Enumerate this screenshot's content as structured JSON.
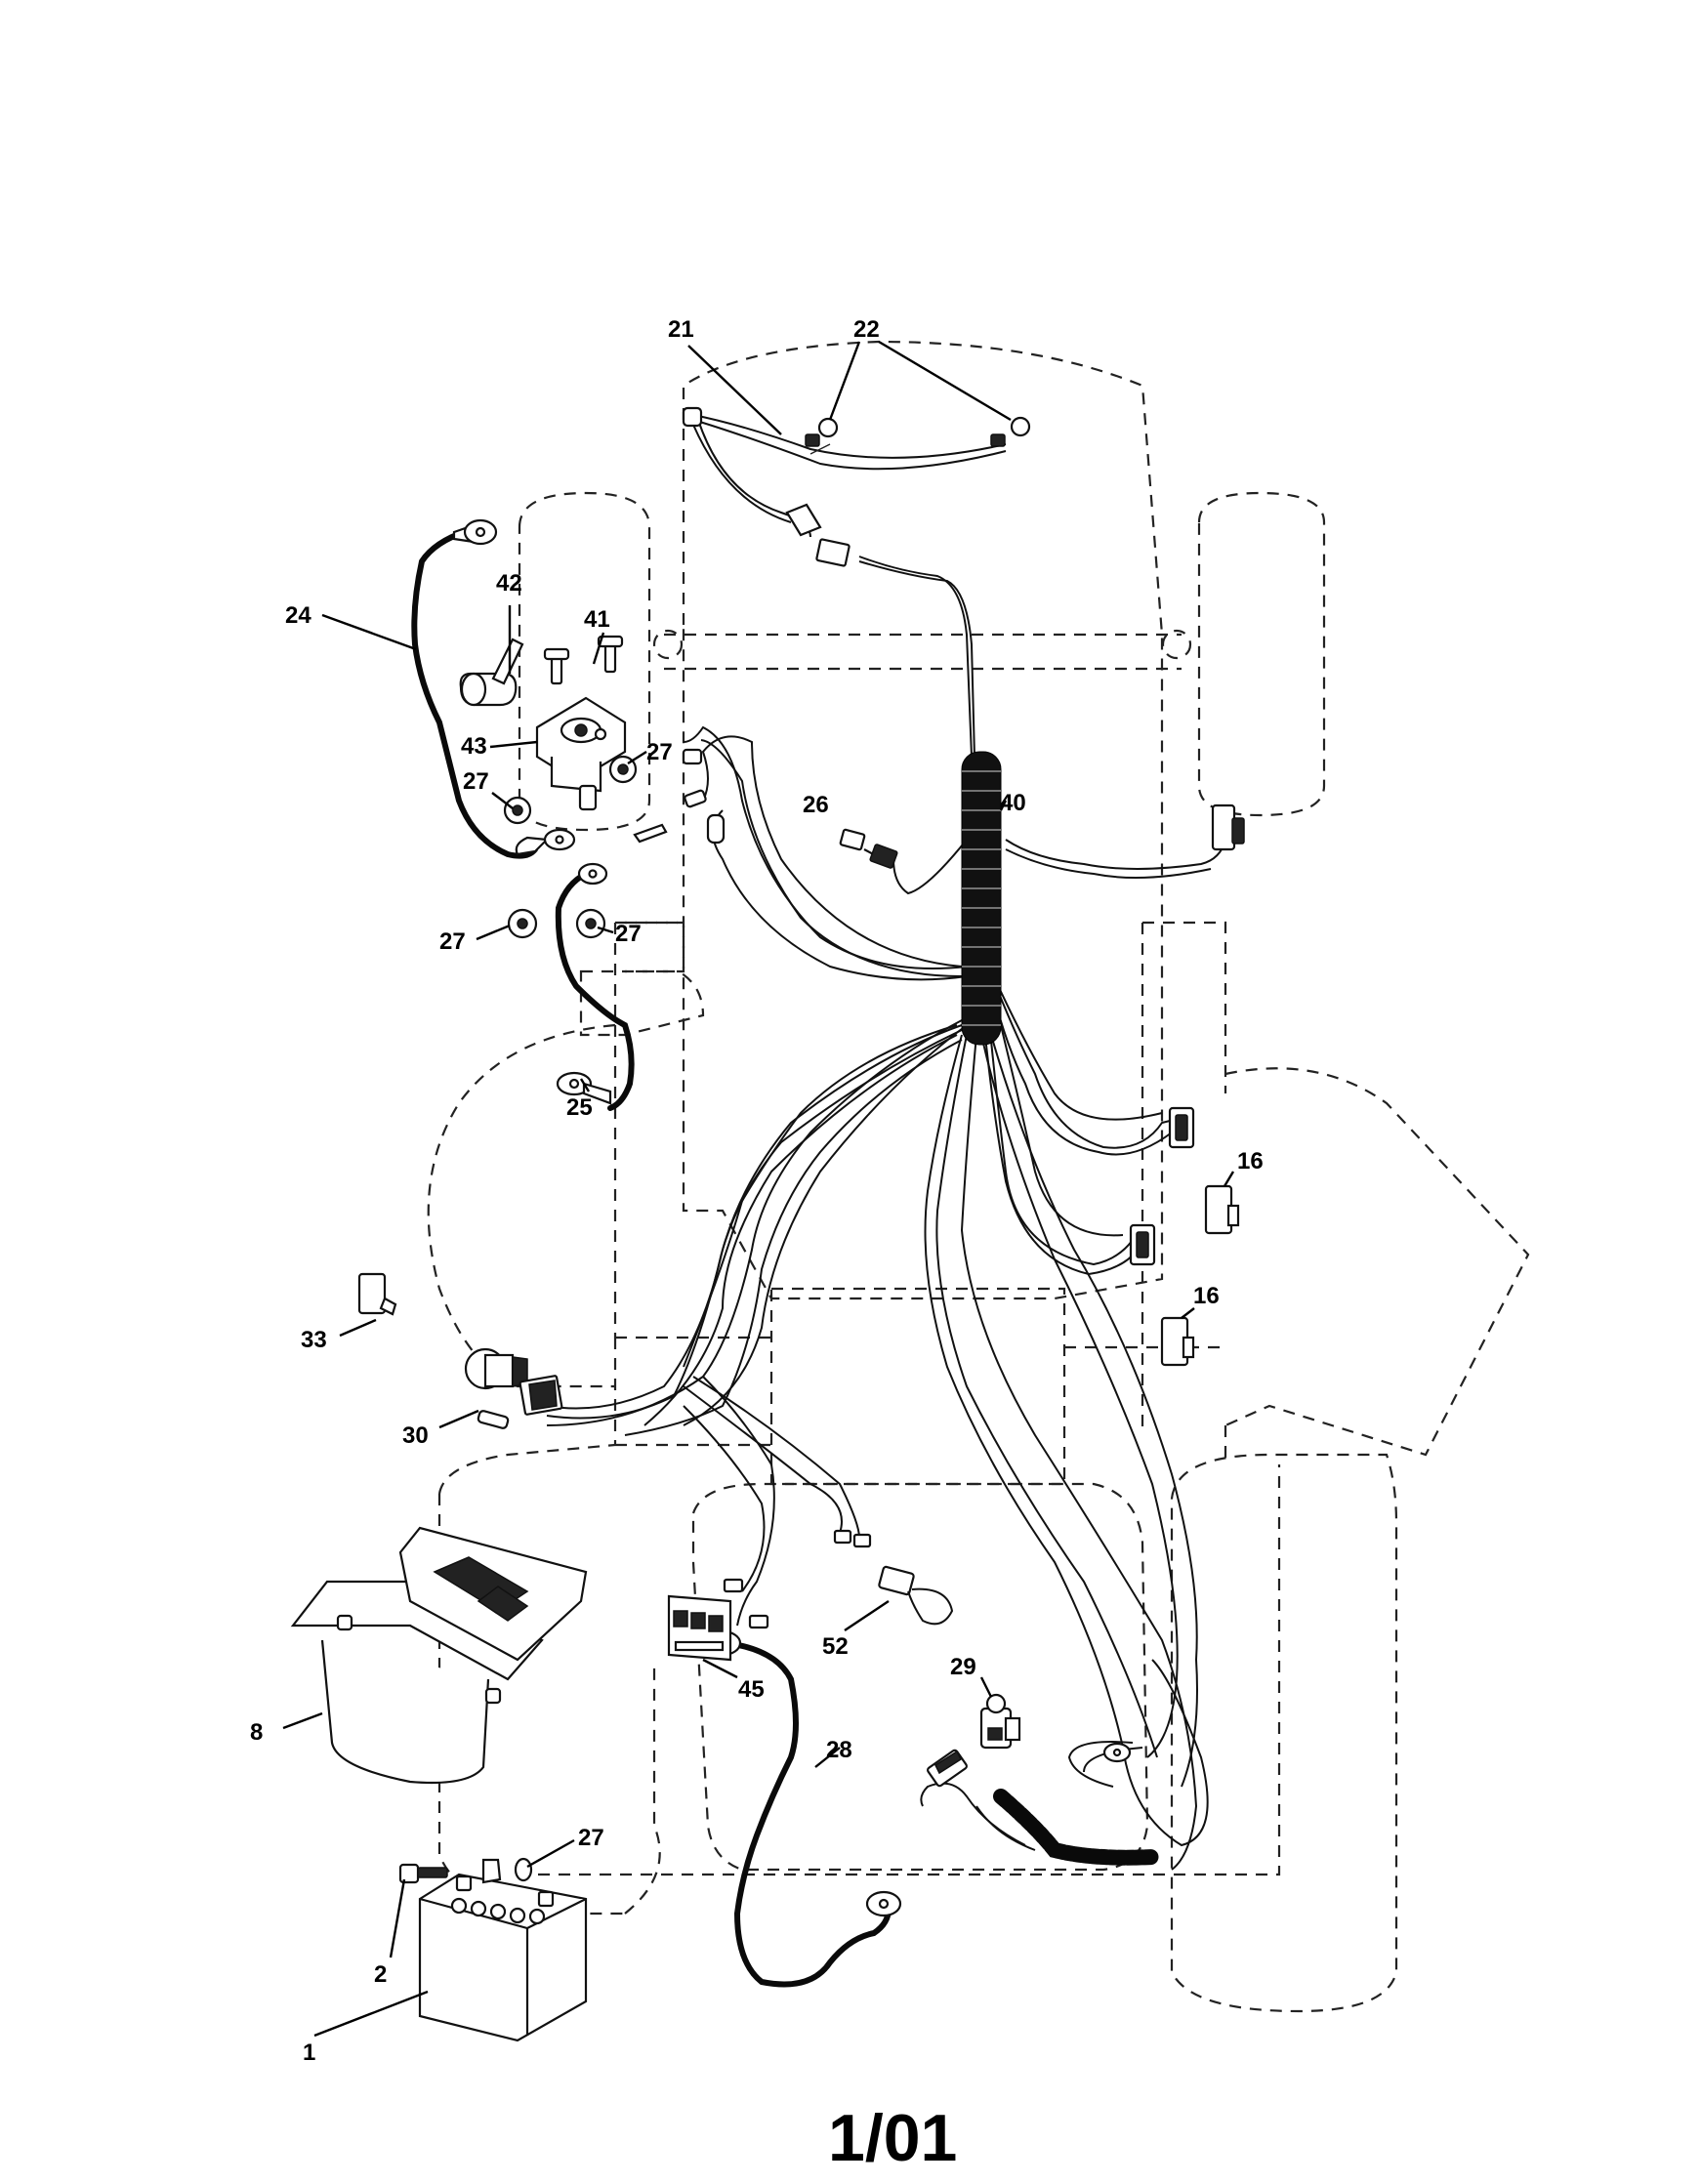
{
  "callouts": {
    "c1": "1",
    "c2": "2",
    "c8": "8",
    "c16a": "16",
    "c16b": "16",
    "c21": "21",
    "c22": "22",
    "c24": "24",
    "c25": "25",
    "c26": "26",
    "c27a": "27",
    "c27b": "27",
    "c27c": "27",
    "c27d": "27",
    "c27e": "27",
    "c28": "28",
    "c29": "29",
    "c30": "30",
    "c33": "33",
    "c40": "40",
    "c41": "41",
    "c42": "42",
    "c43": "43",
    "c45": "45",
    "c52": "52"
  },
  "footer": "1/01"
}
